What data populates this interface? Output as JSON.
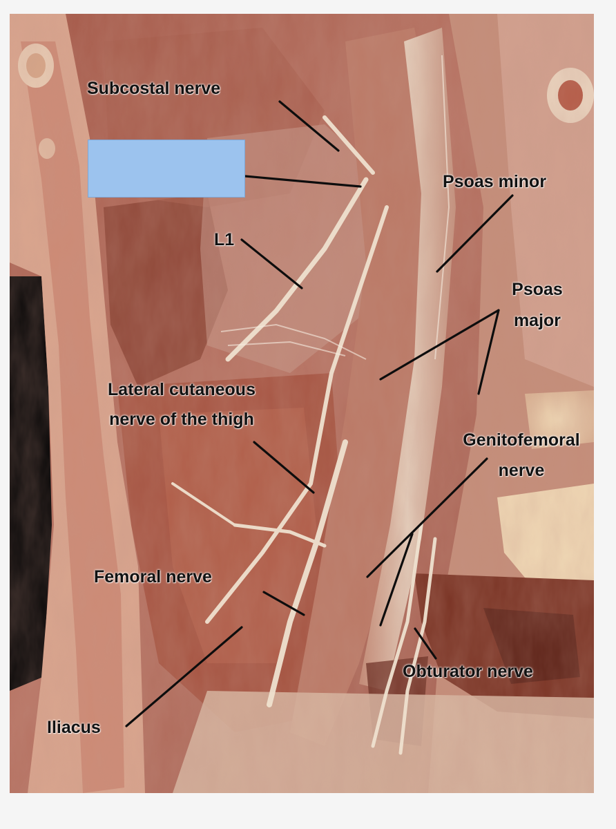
{
  "figure": {
    "labels": {
      "subcostal_nerve": "Subcostal nerve",
      "psoas_minor": "Psoas minor",
      "l1": "L1",
      "psoas_major_1": "Psoas",
      "psoas_major_2": "major",
      "lateral_cutaneous_1": "Lateral cutaneous",
      "lateral_cutaneous_2": "nerve of the thigh",
      "genitofemoral_1": "Genitofemoral",
      "genitofemoral_2": "nerve",
      "femoral_nerve": "Femoral nerve",
      "obturator_nerve": "Obturator nerve",
      "iliacus": "Iliacus"
    },
    "hidden_label_color": "#9cc3ee"
  }
}
